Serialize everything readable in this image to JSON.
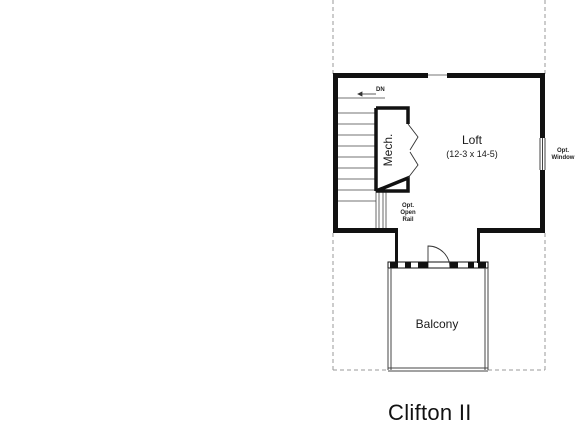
{
  "title": "Clifton II",
  "rooms": {
    "loft_name": "Loft",
    "loft_dims": "(12-3 x 14-5)",
    "mech": "Mech.",
    "balcony": "Balcony"
  },
  "notes": {
    "stair_dn": "DN",
    "opt_open_rail_1": "Opt.",
    "opt_open_rail_2": "Open",
    "opt_open_rail_3": "Rail",
    "opt_window_1": "Opt.",
    "opt_window_2": "Window"
  },
  "colors": {
    "wall": "#111111",
    "dashed_outline": "#9a9a9a",
    "thin_line": "#444444"
  }
}
